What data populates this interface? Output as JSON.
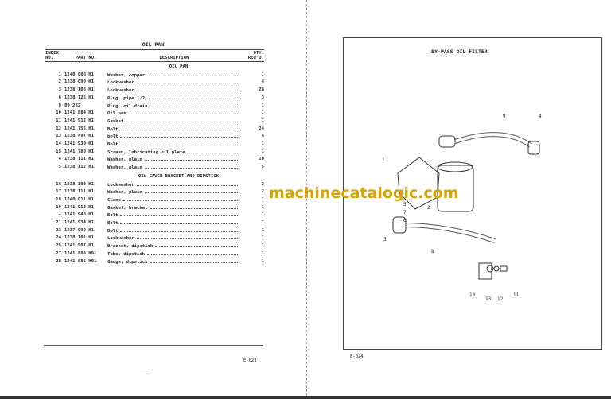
{
  "left_page": {
    "title": "OIL PAN",
    "headers": {
      "index": "INDEX NO.",
      "part": "PART NO.",
      "description": "DESCRIPTION",
      "qty": "QTY. REQ'D."
    },
    "sections": [
      {
        "title": "OIL PAN",
        "rows": [
          {
            "index": "1",
            "part": "1240 006 H1",
            "description": "Washer, copper",
            "qty": "1"
          },
          {
            "index": "2",
            "part": "1238 099 H1",
            "description": "Lockwasher",
            "qty": "4"
          },
          {
            "index": "3",
            "part": "1238 108 H1",
            "description": "Lockwasher",
            "qty": "28"
          },
          {
            "index": "6",
            "part": "1238 125 H1",
            "description": "Plug, pipe 1/2",
            "qty": "3"
          },
          {
            "index": "9",
            "part": "89 282",
            "description": "Plug, oil drain",
            "qty": "1"
          },
          {
            "index": "10",
            "part": "1241 884 H1",
            "description": "Oil pan",
            "qty": "1"
          },
          {
            "index": "11",
            "part": "1241 912 H1",
            "description": "Gasket",
            "qty": "1"
          },
          {
            "index": "12",
            "part": "1241 755 H1",
            "description": "Bolt",
            "qty": "24"
          },
          {
            "index": "13",
            "part": "1238 497 H1",
            "description": "bolt",
            "qty": "4"
          },
          {
            "index": "14",
            "part": "1241 939 H1",
            "description": "Bolt",
            "qty": "1"
          },
          {
            "index": "15",
            "part": "1241 780 H1",
            "description": "Screen, lubricating oil plate",
            "qty": "1"
          },
          {
            "index": "4",
            "part": "1238 111 H1",
            "description": "Washer, plain",
            "qty": "28"
          },
          {
            "index": "5",
            "part": "1238 112 H1",
            "description": "Washer, plain",
            "qty": "5"
          }
        ]
      },
      {
        "title": "OIL GAUGE BRACKET AND DIPSTICK",
        "rows": [
          {
            "index": "16",
            "part": "1238 108 H1",
            "description": "Lockwasher",
            "qty": "2"
          },
          {
            "index": "17",
            "part": "1238 111 H1",
            "description": "Washer, plain",
            "qty": "2"
          },
          {
            "index": "18",
            "part": "1240 011 H1",
            "description": "Clamp",
            "qty": "1"
          },
          {
            "index": "19",
            "part": "1241 914 H1",
            "description": "Gasket, bracket",
            "qty": "1"
          },
          {
            "index": "-",
            "part": "1241 948 H1",
            "description": "Bolt",
            "qty": "1"
          },
          {
            "index": "21",
            "part": "1241 934 H1",
            "description": "Bolt",
            "qty": "1"
          },
          {
            "index": "23",
            "part": "1237 999 H1",
            "description": "Bolt",
            "qty": "1"
          },
          {
            "index": "24",
            "part": "1238 101 H1",
            "description": "Lockwasher",
            "qty": "1"
          },
          {
            "index": "25",
            "part": "1241 907 H1",
            "description": "Bracket, dipstick",
            "qty": "1"
          },
          {
            "index": "27",
            "part": "1241 883 H91",
            "description": "Tube, dipstick",
            "qty": "1"
          },
          {
            "index": "28",
            "part": "1241 885 H91",
            "description": "Gauge, dipstick",
            "qty": "1"
          }
        ]
      }
    ],
    "page_number": "E-023"
  },
  "right_page": {
    "title": "BY-PASS OIL FILTER",
    "callouts": [
      "1",
      "2",
      "3",
      "4",
      "5",
      "6",
      "7",
      "8",
      "9",
      "10",
      "11",
      "12",
      "13"
    ],
    "page_number": "E-024"
  },
  "watermark": "machinecatalogic.com"
}
